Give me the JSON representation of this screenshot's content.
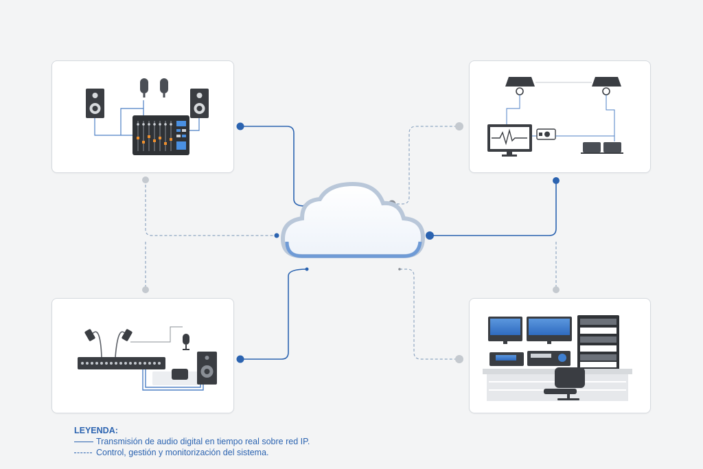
{
  "colors": {
    "solid_link": "#2b63b0",
    "control_link": "#8fa6c2",
    "cloud_outline": "#6f9bd6",
    "device_dark": "#3a3d42",
    "screen_blue": "#3f7fd0"
  },
  "icons": [
    "cloud-icon",
    "speaker-icon",
    "microphone-icon",
    "mixer-icon",
    "monitor-icon",
    "rack-icon",
    "chair-icon",
    "projector-icon"
  ],
  "legend": {
    "title": "LEYENDA:",
    "solid_label": "Transmisión de audio digital en tiempo real sobre red IP.",
    "dashed_label": "Control, gestión y monitorización del sistema."
  }
}
